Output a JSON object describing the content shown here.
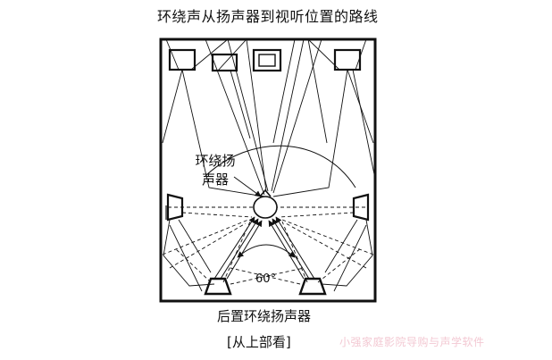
{
  "title": "环绕声从扬声器到视听位置的路线",
  "labels": {
    "surround_speakers": "环绕扬声器",
    "angle": "60°",
    "rear_surround_speakers": "后置环绕扬声器",
    "view": "[从上部看]"
  },
  "watermark": "小强家庭影院导购与声学软件",
  "colors": {
    "line": "#111111",
    "watermark": "#f3c9d3"
  }
}
